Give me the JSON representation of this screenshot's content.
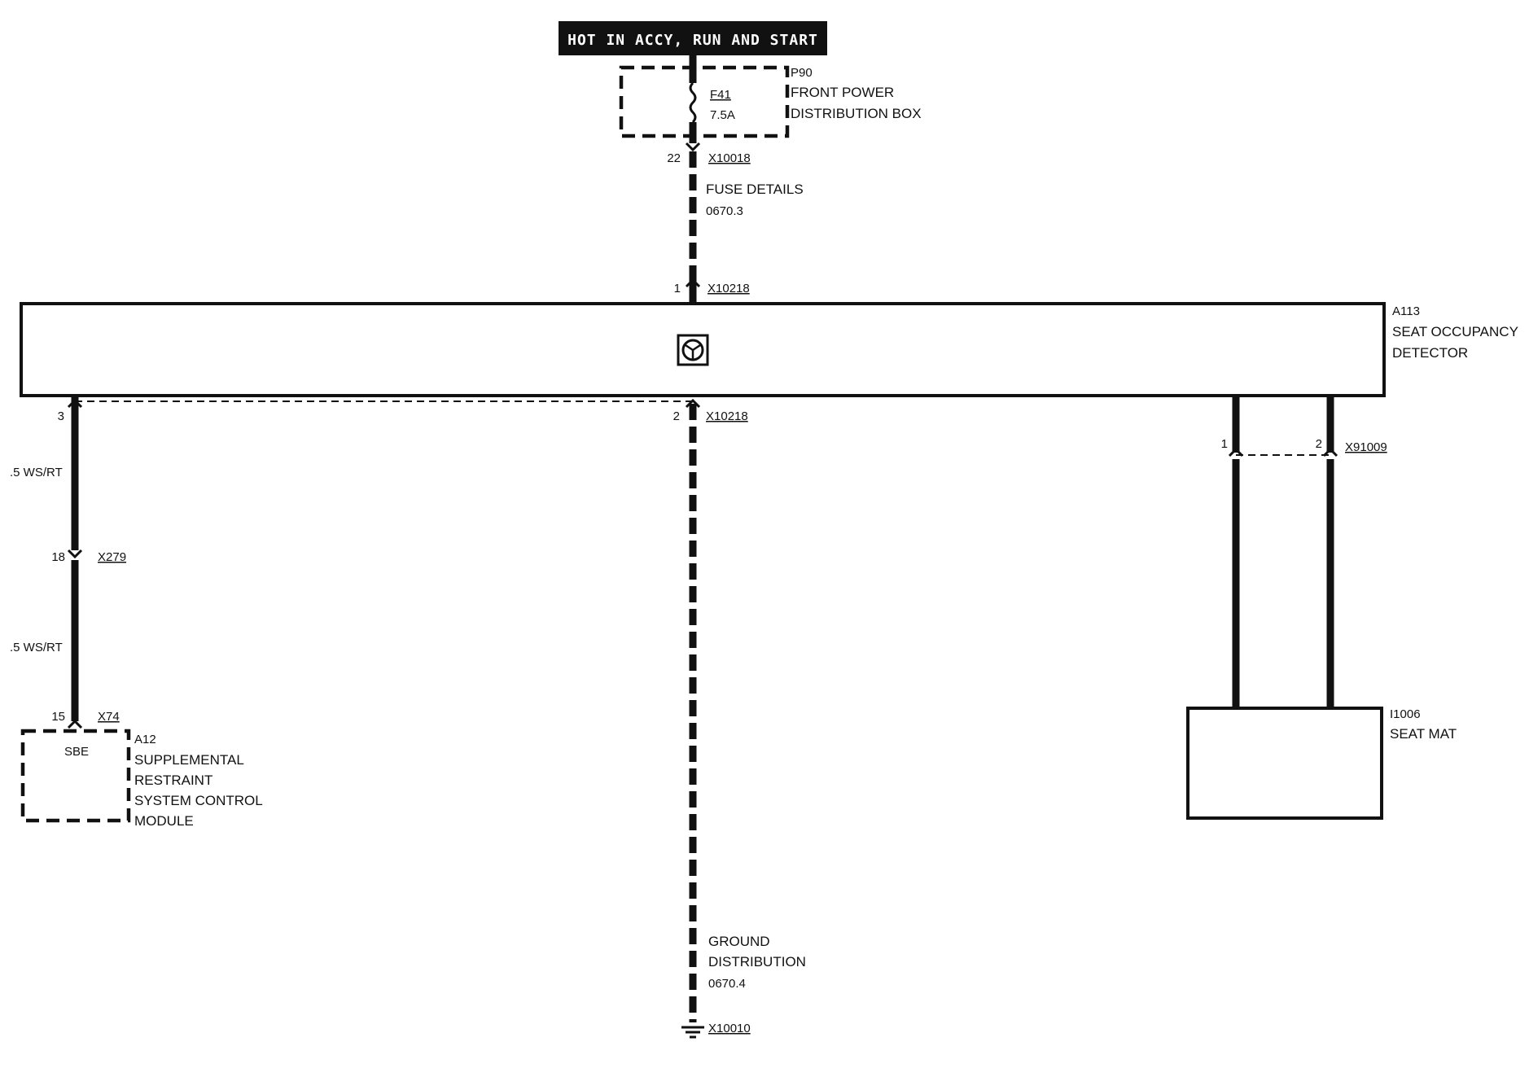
{
  "header": {
    "power_label": "HOT IN ACCY, RUN AND START"
  },
  "fuse_box": {
    "id": "P90",
    "name_line1": "FRONT POWER",
    "name_line2": "DISTRIBUTION BOX",
    "fuse_id": "F41",
    "fuse_rating": "7.5A"
  },
  "connectors": {
    "x10018": {
      "name": "X10018",
      "pin": "22"
    },
    "x10218_in": {
      "name": "X10218",
      "pin": "1"
    },
    "x10218_out": {
      "name": "X10218",
      "pin": "2"
    },
    "x279": {
      "name": "X279",
      "pin": "18"
    },
    "x74": {
      "name": "X74",
      "pin": "15"
    },
    "x91009": {
      "name": "X91009",
      "pin_a": "1",
      "pin_b": "2"
    },
    "x10010": {
      "name": "X10010"
    }
  },
  "notes": {
    "fuse_details_1": "FUSE DETAILS",
    "fuse_details_2": "0670.3",
    "ground_1": "GROUND",
    "ground_2": "DISTRIBUTION",
    "ground_3": "0670.4"
  },
  "detector": {
    "id": "A113",
    "name_line1": "SEAT OCCUPANCY",
    "name_line2": "DETECTOR",
    "left_pin": "3"
  },
  "wires": {
    "upper_color": ".5 WS/RT",
    "lower_color": ".5 WS/RT"
  },
  "srs_module": {
    "id": "A12",
    "inner": "SBE",
    "name_line1": "SUPPLEMENTAL",
    "name_line2": "RESTRAINT",
    "name_line3": "SYSTEM CONTROL",
    "name_line4": "MODULE"
  },
  "seat_mat": {
    "id": "I1006",
    "name": "SEAT MAT"
  },
  "icons": {
    "detector_symbol": "steering-wheel-icon",
    "ground_symbol": "ground-icon"
  }
}
